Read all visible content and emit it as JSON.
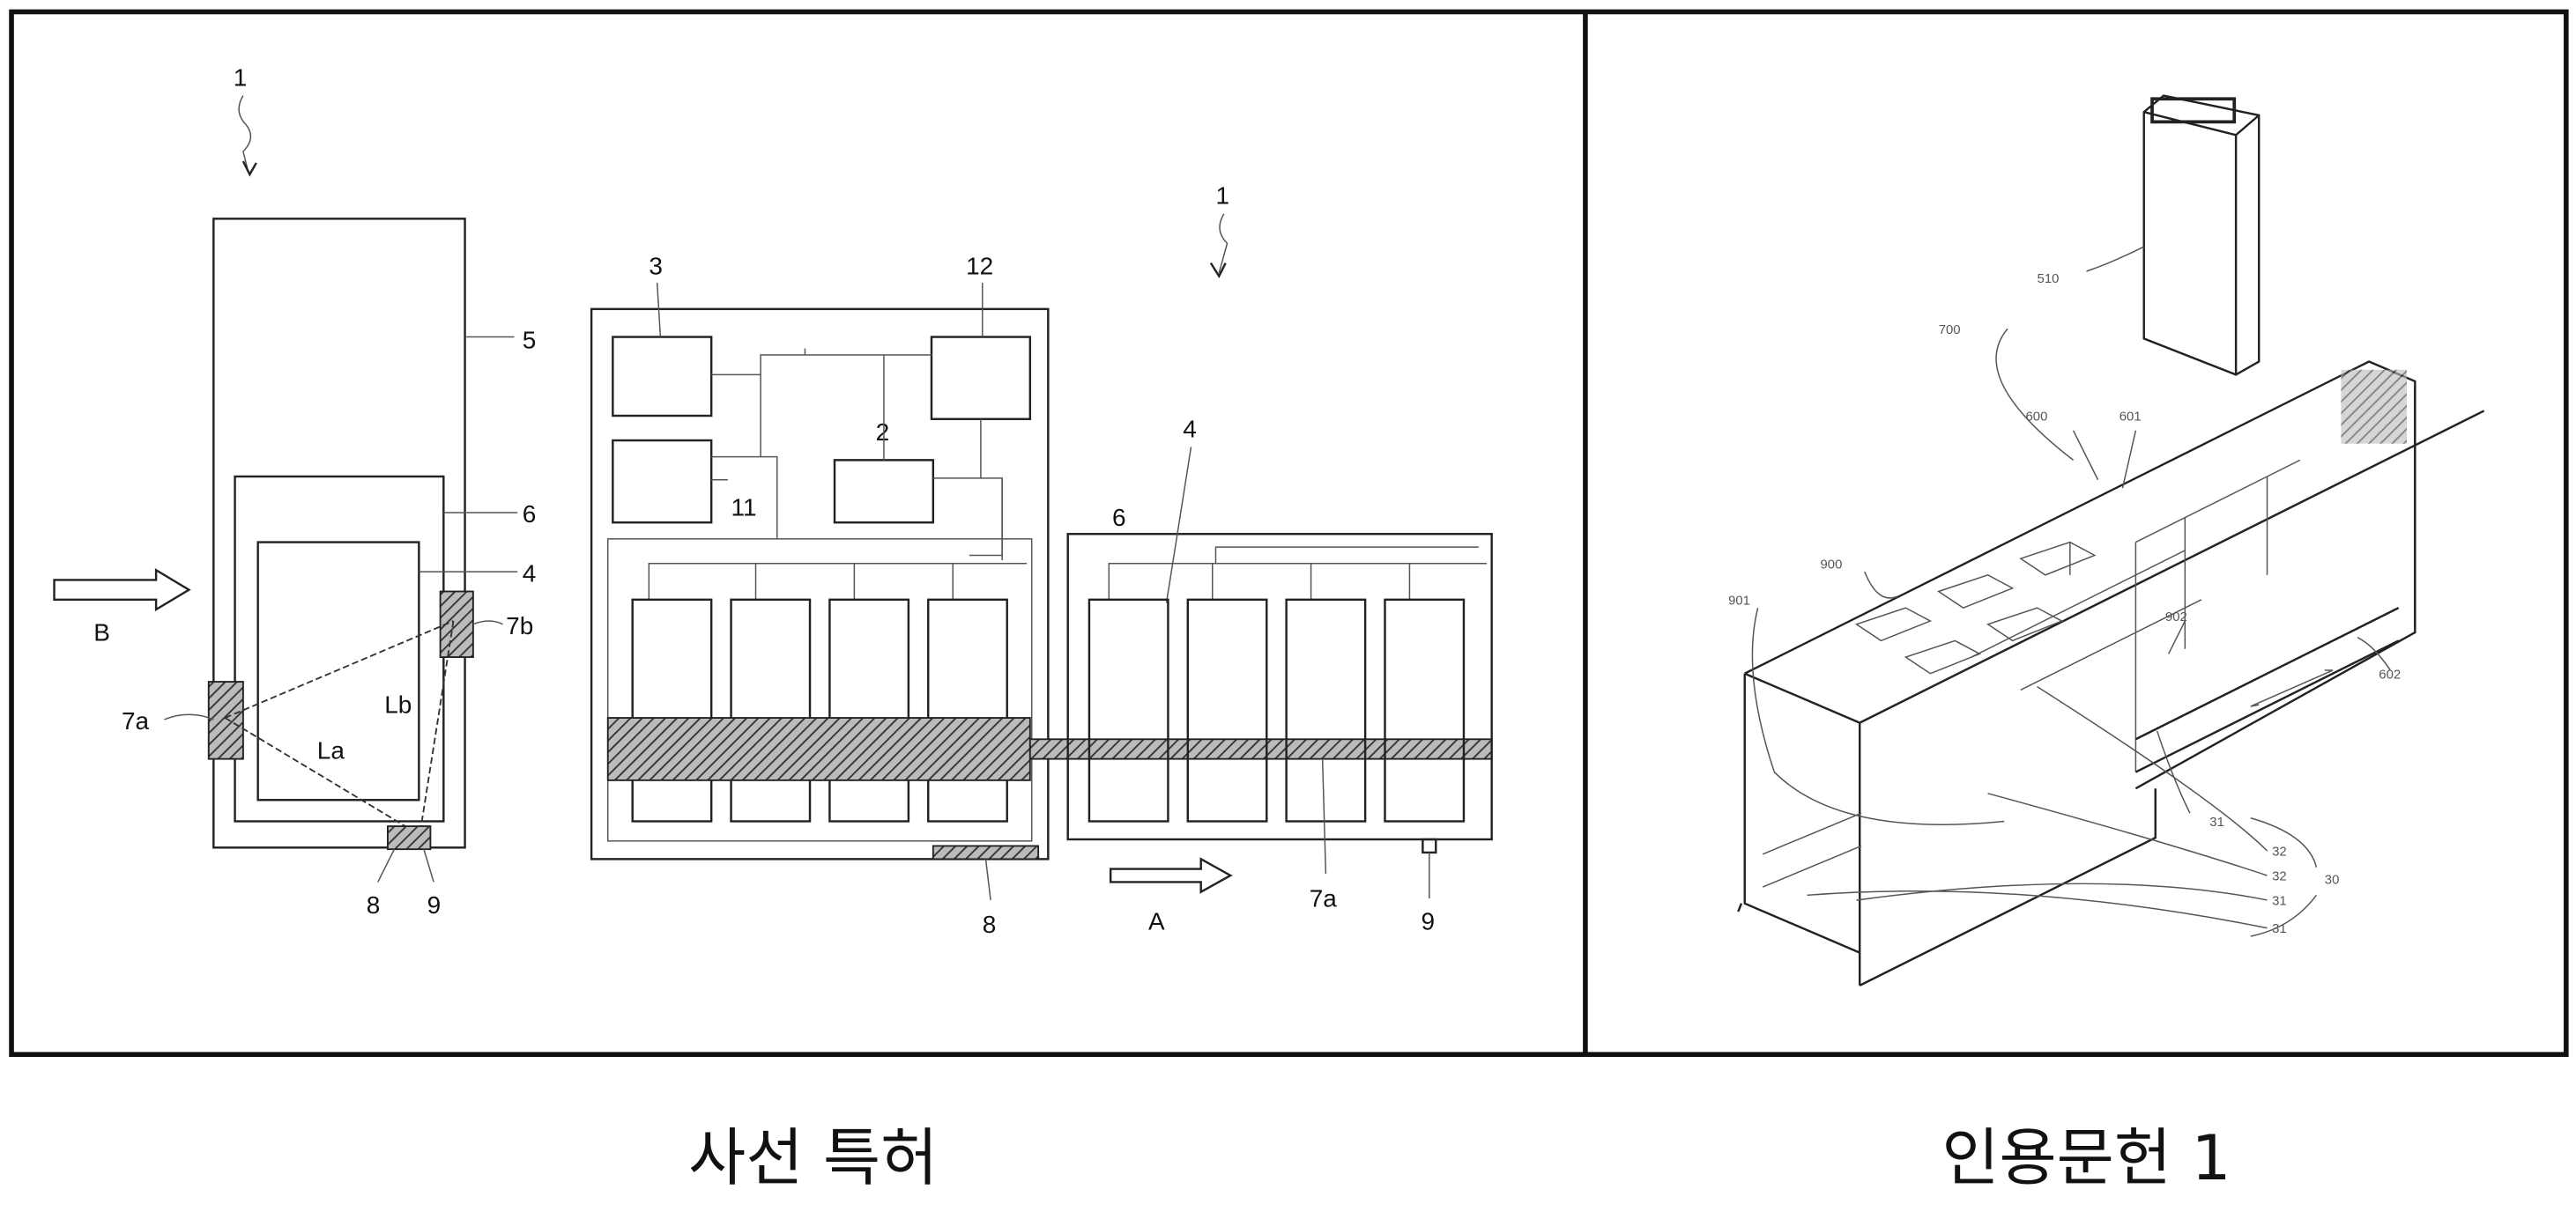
{
  "captions": {
    "left": "사선 특허",
    "right": "인용문헌 1"
  },
  "fig_left_a": {
    "ref": "1",
    "housing": "5",
    "inner": "6",
    "battery": "4",
    "port_a": "7a",
    "port_b": "7b",
    "dist_a": "La",
    "dist_b": "Lb",
    "sensor_8": "8",
    "sensor_9": "9",
    "arrow": "B"
  },
  "fig_left_b": {
    "ref": "1",
    "box_3": "3",
    "box_12": "12",
    "box_11": "11",
    "box_2": "2",
    "inner": "6",
    "battery": "4",
    "rod": "7a",
    "sensor_8": "8",
    "sensor_9": "9",
    "arrow": "A"
  },
  "fig_right": {
    "labels": [
      "510",
      "700",
      "600",
      "601",
      "900",
      "901",
      "902",
      "602",
      "32",
      "32",
      "31",
      "31",
      "31",
      "30"
    ]
  }
}
